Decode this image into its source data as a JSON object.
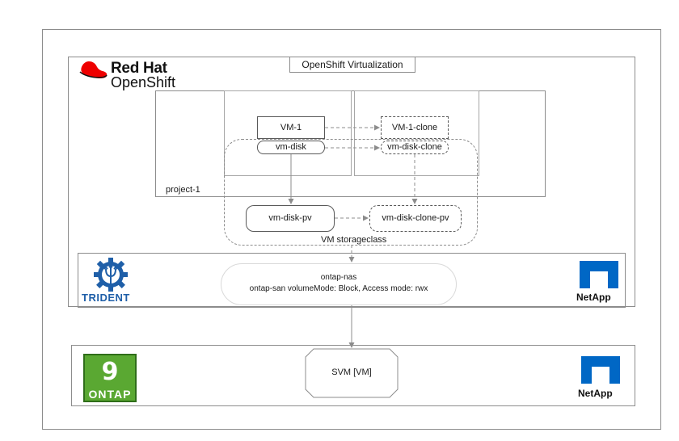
{
  "header": {
    "title": "OpenShift Virtualization"
  },
  "brand": {
    "redhat_line1": "Red Hat",
    "redhat_line2": "OpenShift"
  },
  "project": {
    "label": "project-1"
  },
  "vm": {
    "name": "VM-1",
    "disk": "vm-disk",
    "clone_name": "VM-1-clone",
    "clone_disk": "vm-disk-clone"
  },
  "pvs": {
    "pv": "vm-disk-pv",
    "clone_pv": "vm-disk-clone-pv"
  },
  "storageclass": {
    "label": "VM storageclass"
  },
  "trident": {
    "label": "TRIDENT",
    "backend_line1": "ontap-nas",
    "backend_line2": "ontap-san volumeMode: Block, Access mode: rwx"
  },
  "netapp": {
    "label_top": "NetApp",
    "label_bottom": "NetApp"
  },
  "ontap": {
    "version": "9",
    "label": "ONTAP"
  },
  "svm": {
    "label": "SVM [VM]"
  },
  "colors": {
    "redhat_red": "#ee0000",
    "trident_blue": "#1f5fa8",
    "netapp_blue": "#0067c5",
    "ontap_green": "#5aa832"
  }
}
